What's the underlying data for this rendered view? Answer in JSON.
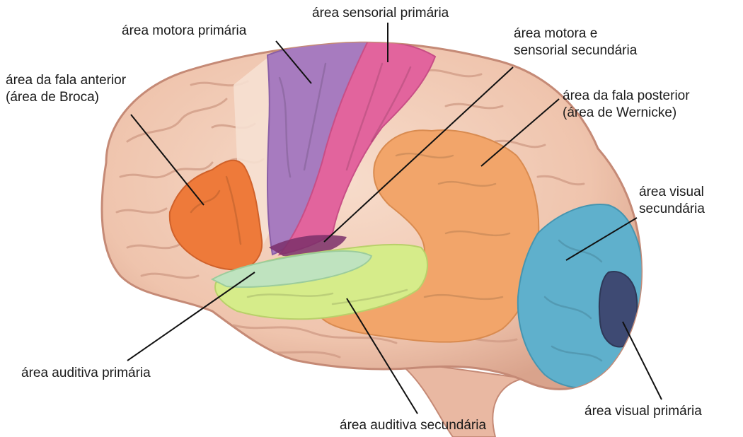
{
  "colors": {
    "background": "#ffffff",
    "brain_base": "#f1c9b4",
    "brain_shadow": "#d9a38c",
    "brain_outline": "#c58a76",
    "primary_motor": "#a77bbf",
    "primary_sensory": "#e2649d",
    "broca": "#ee7a3a",
    "wernicke": "#f2a56a",
    "primary_auditory": "#bfe3bf",
    "secondary_auditory": "#d6ec8a",
    "secondary_visual": "#5fb0cc",
    "primary_visual": "#3e4a73",
    "leader_line": "#111111",
    "text": "#1a1a1a"
  },
  "labels": {
    "primary_motor": "área motora primária",
    "primary_sensory": "área sensorial primária",
    "secondary_motor_sensory": [
      "área motora e",
      "sensorial secundária"
    ],
    "broca": [
      "área da fala anterior",
      "(área de Broca)"
    ],
    "wernicke": [
      "área da fala posterior",
      "(área de Wernicke)"
    ],
    "secondary_visual": [
      "área visual",
      "secundária"
    ],
    "primary_auditory": "área auditiva primária",
    "secondary_auditory": "área auditiva secundária",
    "primary_visual": "área visual primária"
  }
}
